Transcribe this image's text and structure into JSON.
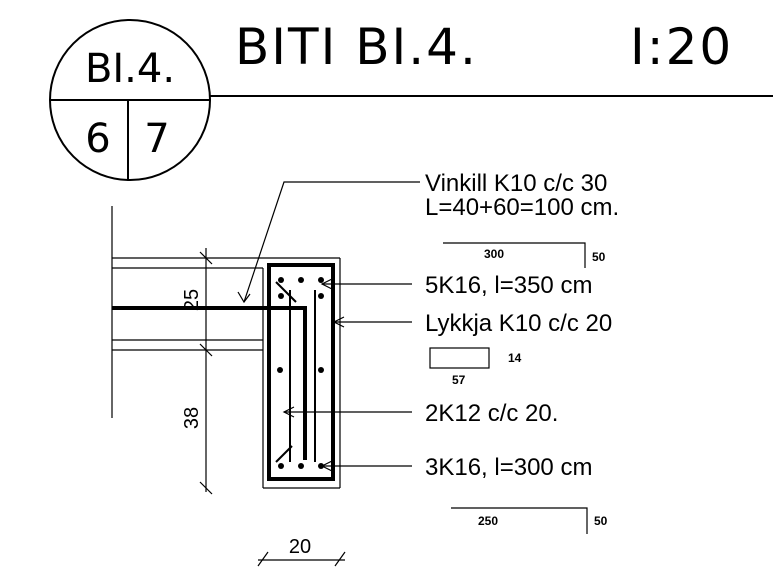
{
  "title": {
    "main": "BITI BI.4.",
    "scale": "I:20"
  },
  "sheet_ref": {
    "id": "BI.4.",
    "left": "6",
    "right": "7"
  },
  "labels": {
    "vinkill_line1": "Vinkill K10 c/c 30",
    "vinkill_line2": "L=40+60=100 cm.",
    "bar_5k16": "5K16, l=350 cm",
    "lykkja": "Lykkja K10 c/c 20",
    "bar_2k12": "2K12 c/c 20.",
    "bar_3k16": "3K16, l=300 cm"
  },
  "bar_shapes": {
    "top_length": "300",
    "top_hook": "50",
    "stirrup_w": "57",
    "stirrup_h": "14",
    "bottom_length": "250",
    "bottom_hook": "50"
  },
  "dimensions": {
    "slab_thickness": "25",
    "beam_drop": "38",
    "beam_width": "20"
  }
}
